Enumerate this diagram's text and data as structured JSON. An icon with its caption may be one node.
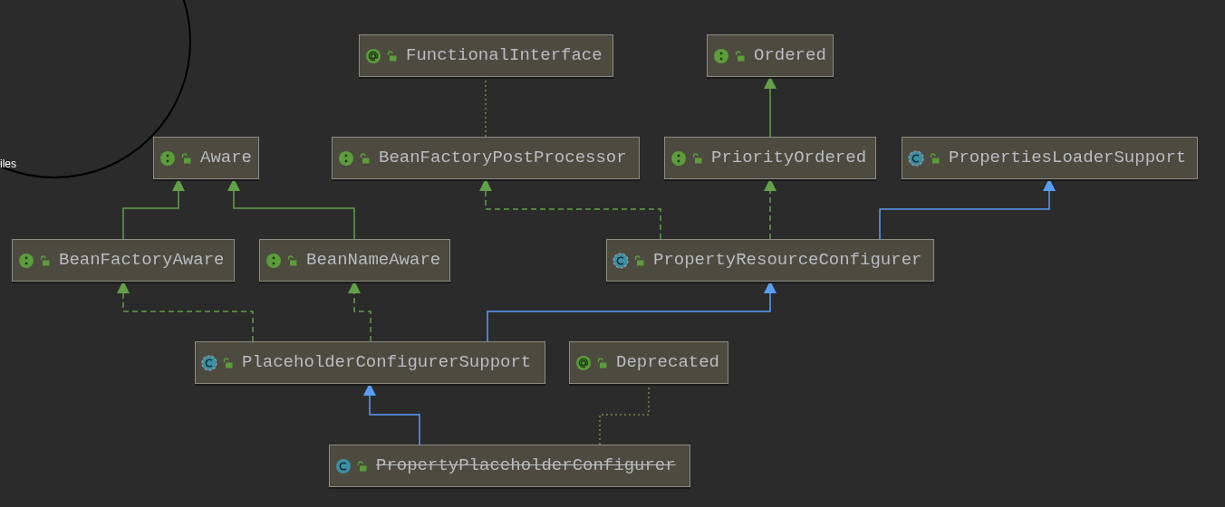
{
  "diagram": {
    "nodes": [
      {
        "text": [
          "FunctionalInterface"
        ]
      },
      {
        "text": [
          "Ordered"
        ]
      },
      {
        "text": [
          "Aware"
        ]
      },
      {
        "text": [
          "BeanFactoryPostProcessor"
        ]
      },
      {
        "text": [
          "PriorityOrdered"
        ]
      },
      {
        "text": [
          "PropertiesLoaderSupport"
        ]
      },
      {
        "text": [
          "BeanFactoryAware"
        ]
      },
      {
        "text": [
          "BeanNameAware"
        ]
      },
      {
        "text": [
          "PropertyResourceConfigurer"
        ]
      },
      {
        "text": [
          "PlaceholderConfigurerSupport"
        ]
      },
      {
        "text": [
          "Deprecated"
        ]
      },
      {
        "text": [
          "PropertyPlaceholderConfigurer"
        ]
      }
    ],
    "edges": [
      {
        "from": 3,
        "to": 0,
        "arrow": "none",
        "style": "dashed",
        "color": "#7d8a4e"
      },
      {
        "from": 4,
        "to": 1,
        "arrow": "to"
      },
      {
        "from": 6,
        "to": 2,
        "arrow": "to"
      },
      {
        "from": 7,
        "to": 2,
        "arrow": "to"
      },
      {
        "from": 8,
        "to": 3,
        "arrow": "to",
        "style": "dashed"
      },
      {
        "from": 8,
        "to": 4,
        "arrow": "to",
        "style": "dashed"
      },
      {
        "from": 8,
        "to": 5,
        "arrow": "to",
        "color": "#589df6"
      },
      {
        "from": 9,
        "to": 6,
        "arrow": "to",
        "style": "dashed"
      },
      {
        "from": 9,
        "to": 7,
        "arrow": "to",
        "style": "dashed"
      },
      {
        "from": 9,
        "to": 8,
        "arrow": "to",
        "color": "#589df6"
      },
      {
        "from": 11,
        "to": 9,
        "arrow": "to",
        "color": "#589df6"
      },
      {
        "from": 11,
        "to": 10,
        "arrow": "none",
        "style": "dashed",
        "color": "#7d8a4e"
      }
    ],
    "labels": [
      "iles"
    ]
  }
}
